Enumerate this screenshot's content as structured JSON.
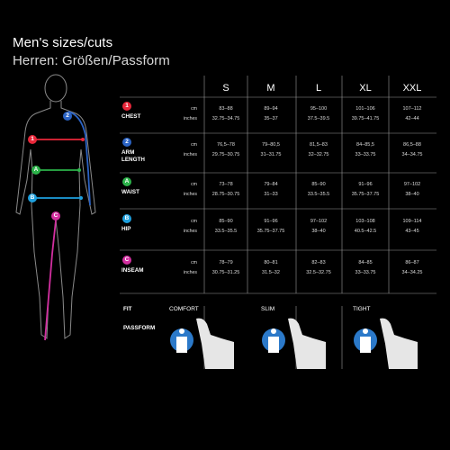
{
  "title_en": "Men's sizes/cuts",
  "title_de": "Herren: Größen/Passform",
  "sizes": [
    "S",
    "M",
    "L",
    "XL",
    "XXL"
  ],
  "units": [
    "cm",
    "inches"
  ],
  "measurements": [
    {
      "badge": "1",
      "color": "#e8273a",
      "name": "CHEST",
      "cm": [
        "83–88",
        "89–94",
        "95–100",
        "101–106",
        "107–112"
      ],
      "inches": [
        "32.75–34.75",
        "35–37",
        "37.5–39.5",
        "39.75–41.75",
        "42–44"
      ]
    },
    {
      "badge": "2",
      "color": "#2b63c4",
      "name": "ARM\nLENGTH",
      "cm": [
        "76,5–78",
        "79–80,5",
        "81,5–83",
        "84–85,5",
        "86,5–88"
      ],
      "inches": [
        "29.75–30.75",
        "31–31.75",
        "32–32.75",
        "33–33.75",
        "34–34.75"
      ]
    },
    {
      "badge": "A",
      "color": "#2cb34a",
      "name": "WAIST",
      "cm": [
        "73–78",
        "79–84",
        "85–90",
        "91–96",
        "97–102"
      ],
      "inches": [
        "28.75–30.75",
        "31–33",
        "33.5–35.5",
        "35.75–37.75",
        "38–40"
      ]
    },
    {
      "badge": "B",
      "color": "#1ea0de",
      "name": "HIP",
      "cm": [
        "85–90",
        "91–96",
        "97–102",
        "103–108",
        "109–114"
      ],
      "inches": [
        "33.5–35.5",
        "35.75–37.75",
        "38–40",
        "40.5–42.5",
        "43–45"
      ]
    },
    {
      "badge": "C",
      "color": "#d22fa0",
      "name": "INSEAM",
      "cm": [
        "78–79",
        "80–81",
        "82–83",
        "84–85",
        "86–87"
      ],
      "inches": [
        "30.75–31.25",
        "31.5–32",
        "32.5–32.75",
        "33–33.75",
        "34–34.25"
      ]
    }
  ],
  "fit": {
    "label_en": "FIT",
    "label_de": "PASSFORM",
    "types": [
      "COMFORT",
      "SLIM",
      "TIGHT"
    ],
    "icon_color": "#2b79c9"
  }
}
